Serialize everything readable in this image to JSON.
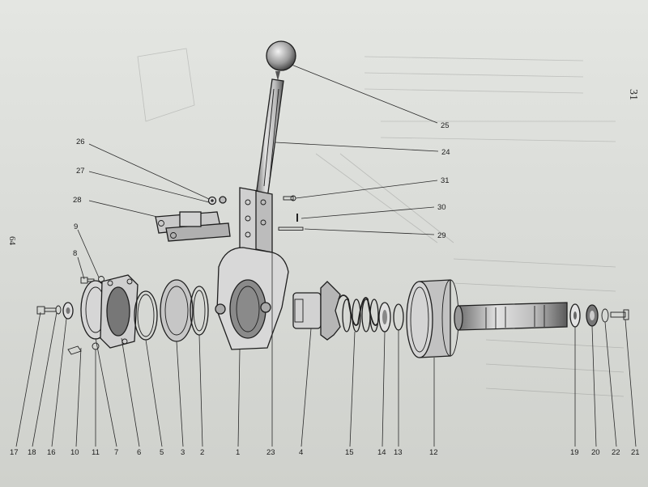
{
  "page_numbers": {
    "right": "31",
    "left": "64"
  },
  "callouts": [
    {
      "id": "25",
      "label": "25"
    },
    {
      "id": "24",
      "label": "24"
    },
    {
      "id": "26",
      "label": "26"
    },
    {
      "id": "27",
      "label": "27"
    },
    {
      "id": "31",
      "label": "31"
    },
    {
      "id": "28",
      "label": "28"
    },
    {
      "id": "30",
      "label": "30"
    },
    {
      "id": "29",
      "label": "29"
    },
    {
      "id": "9",
      "label": "9"
    },
    {
      "id": "8",
      "label": "8"
    },
    {
      "id": "17",
      "label": "17"
    },
    {
      "id": "18",
      "label": "18"
    },
    {
      "id": "16",
      "label": "16"
    },
    {
      "id": "10",
      "label": "10"
    },
    {
      "id": "11",
      "label": "11"
    },
    {
      "id": "7",
      "label": "7"
    },
    {
      "id": "6",
      "label": "6"
    },
    {
      "id": "5",
      "label": "5"
    },
    {
      "id": "3",
      "label": "3"
    },
    {
      "id": "2",
      "label": "2"
    },
    {
      "id": "1",
      "label": "1"
    },
    {
      "id": "23",
      "label": "23"
    },
    {
      "id": "4",
      "label": "4"
    },
    {
      "id": "15",
      "label": "15"
    },
    {
      "id": "14",
      "label": "14"
    },
    {
      "id": "13",
      "label": "13"
    },
    {
      "id": "12",
      "label": "12"
    },
    {
      "id": "19",
      "label": "19"
    },
    {
      "id": "20",
      "label": "20"
    },
    {
      "id": "22",
      "label": "22"
    },
    {
      "id": "21",
      "label": "21"
    }
  ]
}
